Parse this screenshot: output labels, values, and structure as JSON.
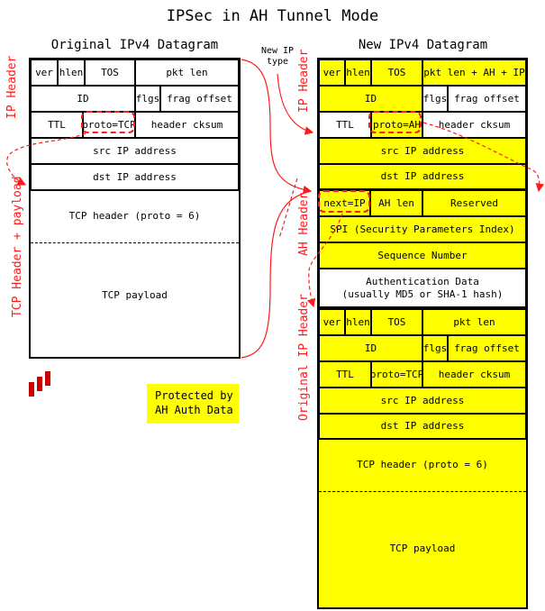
{
  "title": "IPSec in AH Tunnel Mode",
  "original": {
    "heading": "Original IPv4 Datagram",
    "ver": "ver",
    "hlen": "hlen",
    "tos": "TOS",
    "pktlen": "pkt len",
    "id": "ID",
    "flgs": "flgs",
    "frag": "frag offset",
    "ttl": "TTL",
    "proto": "proto=TCP",
    "cksum": "header cksum",
    "src": "src IP address",
    "dst": "dst IP address",
    "tcp_header": "TCP header (proto = 6)",
    "tcp_payload": "TCP payload",
    "label_ip": "IP Header",
    "label_tcp": "TCP Header + payload"
  },
  "new": {
    "heading": "New IPv4 Datagram",
    "ver": "ver",
    "hlen": "hlen",
    "tos": "TOS",
    "pktlen": "pkt len + AH + IP",
    "id": "ID",
    "flgs": "flgs",
    "frag": "frag offset",
    "ttl": "TTL",
    "proto": "proto=AH",
    "cksum": "header cksum",
    "src": "src IP address",
    "dst": "dst IP address",
    "label_ip": "IP Header"
  },
  "ah": {
    "next": "next=IP",
    "ahlen": "AH len",
    "reserved": "Reserved",
    "spi": "SPI (Security Parameters Index)",
    "seq": "Sequence Number",
    "auth_line1": "Authentication Data",
    "auth_line2": "(usually MD5 or SHA-1 hash)",
    "label": "AH Header"
  },
  "inner": {
    "ver": "ver",
    "hlen": "hlen",
    "tos": "TOS",
    "pktlen": "pkt len",
    "id": "ID",
    "flgs": "flgs",
    "frag": "frag offset",
    "ttl": "TTL",
    "proto": "proto=TCP",
    "cksum": "header cksum",
    "src": "src IP address",
    "dst": "dst IP address",
    "tcp_header": "TCP header (proto = 6)",
    "tcp_payload": "TCP payload",
    "label": "Original IP Header"
  },
  "note": {
    "line1": "New IP",
    "line2": "type"
  },
  "legend": {
    "line1": "Protected by",
    "line2": "AH Auth Data"
  },
  "colors": {
    "protected": "#ffff00",
    "annotation": "#ff1a1a",
    "logo": "#cc0000"
  },
  "icons": {
    "logo": "red-bars-logo-icon"
  }
}
